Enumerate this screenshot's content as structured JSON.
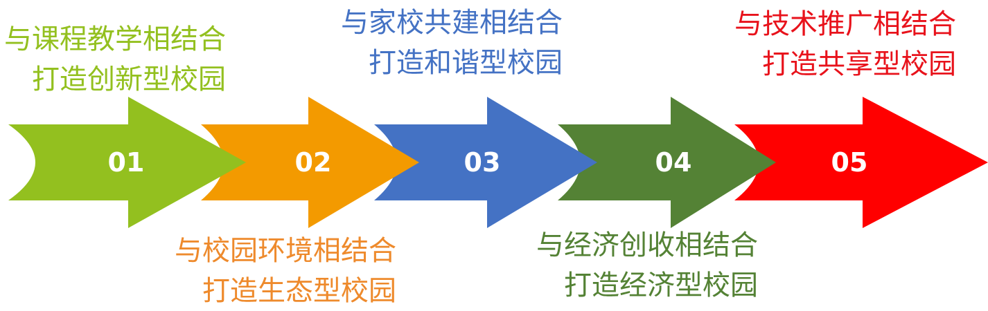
{
  "steps": [
    {
      "number": "01",
      "color": "#93C01F",
      "line1": "与课程教学相结合",
      "line2": "打造创新型校园"
    },
    {
      "number": "02",
      "color": "#F39A00",
      "text_color": "#EE8A2C",
      "line1": "与校园环境相结合",
      "line2": "打造生态型校园"
    },
    {
      "number": "03",
      "color": "#4472C4",
      "line1": "与家校共建相结合",
      "line2": "打造和谐型校园"
    },
    {
      "number": "04",
      "color": "#548235",
      "line1": "与经济创收相结合",
      "line2": "打造经济型校园"
    },
    {
      "number": "05",
      "color": "#FF0000",
      "text_color": "#E8121B",
      "line1": "与技术推广相结合",
      "line2": "打造共享型校园"
    }
  ]
}
